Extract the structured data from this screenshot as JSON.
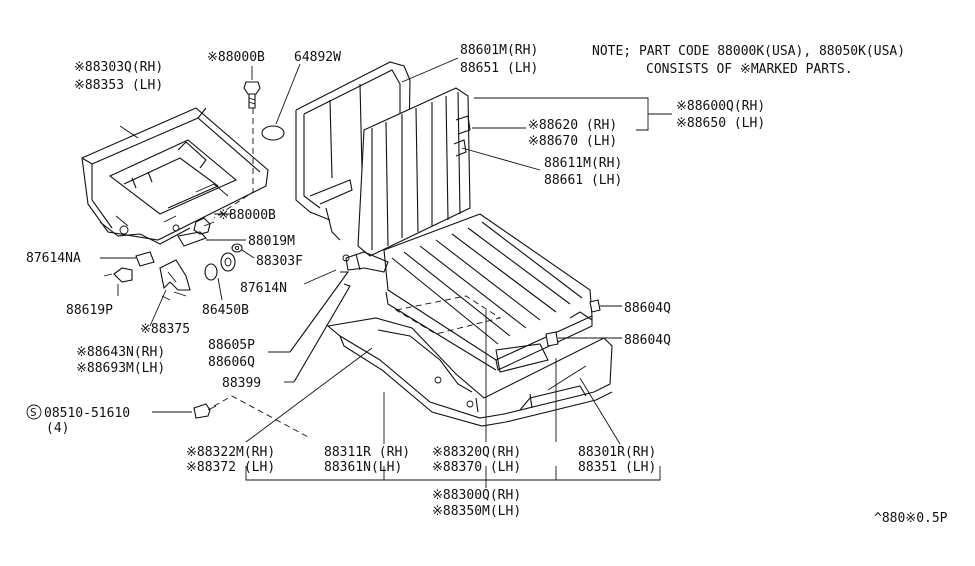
{
  "note": {
    "line1": "NOTE; PART CODE 88000K(USA), 88050K(USA)",
    "line2": "CONSISTS OF ※MARKED PARTS."
  },
  "footer_code": "^880※0.5P",
  "labels": {
    "l_88303Q": "※88303Q(RH)",
    "l_88353": "※88353 (LH)",
    "l_88000B_top": "※88000B",
    "l_64892W": "64892W",
    "l_88601M": "88601M(RH)",
    "l_88651": "88651 (LH)",
    "l_88600Q": "※88600Q(RH)",
    "l_88650": "※88650 (LH)",
    "l_88620": "※88620 (RH)",
    "l_88670": "※88670 (LH)",
    "l_88611M": "88611M(RH)",
    "l_88661": "88661 (LH)",
    "l_88000B_mid": "※88000B",
    "l_88019M": "88019M",
    "l_87614NA": "87614NA",
    "l_88303F": "88303F",
    "l_87614N": "87614N",
    "l_88619P": "88619P",
    "l_86450B": "86450B",
    "l_88375": "※88375",
    "l_88604Q_1": "88604Q",
    "l_88604Q_2": "88604Q",
    "l_88605P": "88605P",
    "l_88606Q": "88606Q",
    "l_88643N": "※88643N(RH)",
    "l_88693M": "※88693M(LH)",
    "l_88399": "88399",
    "l_08510": "08510-51610",
    "l_08510_qty": "(4)",
    "l_88322M": "※88322M(RH)",
    "l_88372": "※88372 (LH)",
    "l_88311R": "88311R (RH)",
    "l_88361N": "88361N(LH)",
    "l_88320Q": "※88320Q(RH)",
    "l_88370": "※88370 (LH)",
    "l_88301R": "88301R(RH)",
    "l_88351": "88351 (LH)",
    "l_88300Q": "※88300Q(RH)",
    "l_88350M": "※88350M(LH)"
  },
  "screw_symbol": "S"
}
